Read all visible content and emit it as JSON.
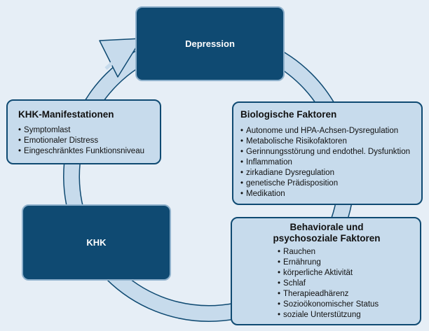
{
  "nodes": {
    "depression": {
      "label": "Depression"
    },
    "khk": {
      "label": "KHK"
    },
    "khk_manifestationen": {
      "title": "KHK-Manifestationen",
      "items": [
        "Symptomlast",
        "Emotionaler Distress",
        "Eingeschränktes Funktionsniveau"
      ]
    },
    "biologische_faktoren": {
      "title": "Biologische Faktoren",
      "items": [
        "Autonome und HPA-Achsen-Dysregulation",
        "Metabolische Risikofaktoren",
        "Gerinnungsstörung und endothel. Dysfunktion",
        "Inflammation",
        "zirkadiane Dysregulation",
        "genetische Prädisposition",
        "Medikation"
      ]
    },
    "behaviorale_faktoren": {
      "title_line1": "Behaviorale und",
      "title_line2": "psychosoziale Faktoren",
      "items": [
        "Rauchen",
        "Ernährung",
        "körperliche Aktivität",
        "Schlaf",
        "Therapieadhärenz",
        "Sozioökonomischer Status",
        "soziale Unterstützung"
      ]
    }
  },
  "colors": {
    "background": "#e6eef6",
    "dark_box": "#0f4a72",
    "light_box": "#c7dbec",
    "arrow_fill": "#c7dbec",
    "arrow_stroke": "#0f4a72"
  }
}
